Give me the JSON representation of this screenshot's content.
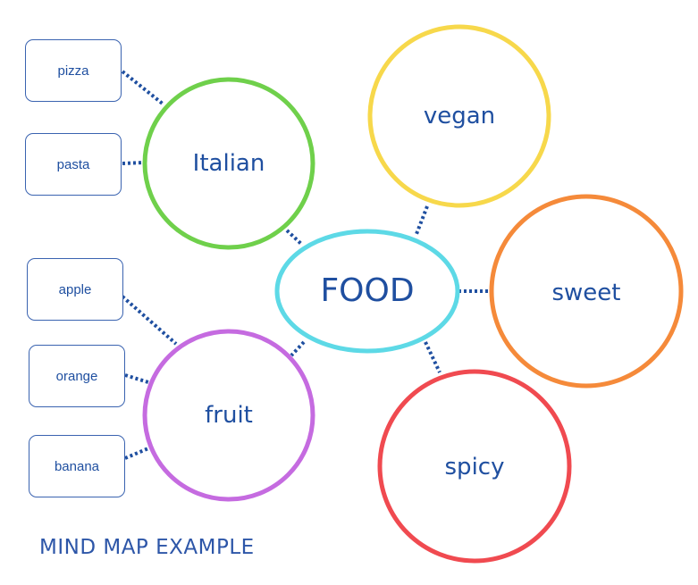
{
  "center": {
    "label": "FOOD",
    "color": "#5dd9e6"
  },
  "categories": {
    "italian": {
      "label": "Italian",
      "color": "#6fd04b"
    },
    "vegan": {
      "label": "vegan",
      "color": "#f7d84b"
    },
    "sweet": {
      "label": "sweet",
      "color": "#f58a3a"
    },
    "spicy": {
      "label": "spicy",
      "color": "#f04a50"
    },
    "fruit": {
      "label": "fruit",
      "color": "#c56be0"
    }
  },
  "leaves": {
    "pizza": "pizza",
    "pasta": "pasta",
    "apple": "apple",
    "orange": "orange",
    "banana": "banana"
  },
  "connector_color": "#1f4fa0",
  "text_color": "#1f4fa0",
  "caption": "MIND MAP EXAMPLE"
}
